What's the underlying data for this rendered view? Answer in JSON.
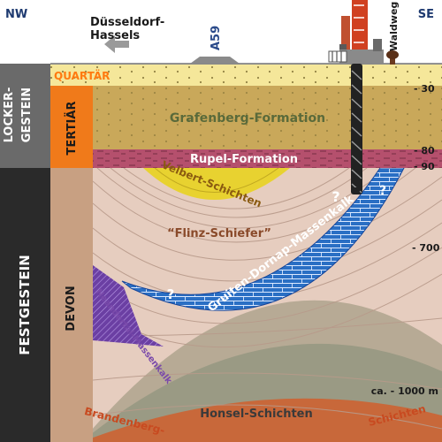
{
  "header": {
    "nw": "NW",
    "se": "SE",
    "city_line1": "Düsseldorf-",
    "city_line2": "Hassels",
    "road": "A59",
    "path": "Waldweg"
  },
  "sidebar": {
    "locker_line1": "LOCKER-",
    "locker_line2": "GESTEIN",
    "fest": "FESTGESTEIN",
    "quartaer": "QUARTÄR",
    "tertiaer": "TERTIÄR",
    "devon": "DEVON"
  },
  "layers": {
    "grafenberg": "Grafenberg-Formation",
    "rupel": "Rupel-Formation",
    "velbert": "Velbert-Schichten",
    "flinz": "“Flinz-Schiefer”",
    "gruiten": "Gruiten-Dornap-Massenkalk",
    "neandertal": "Neandertal-Massenkalk",
    "honsel": "Honsel-Schichten",
    "brandenberg": "Brandenberg-",
    "schichten": "Schichten",
    "unknown": "?"
  },
  "depths": {
    "d30": "- 30",
    "d80": "- 80",
    "d90": "- 90",
    "d700": "- 700",
    "d1000": "ca. - 1000 m"
  },
  "colors": {
    "sky": "#ffffff",
    "quaternary": "#f5e79a",
    "tertiary": "#c9a85a",
    "rupel": "#b5506d",
    "devon_base": "#e6cdbf",
    "velbert": "#e8d230",
    "limestone": "#2a6fc4",
    "honsel": "#9a9a84",
    "brandenberg": "#c8683a",
    "sidebar_dark": "#2a2a2a",
    "sidebar_orange": "#f07a1a",
    "drill": "#d04020"
  }
}
